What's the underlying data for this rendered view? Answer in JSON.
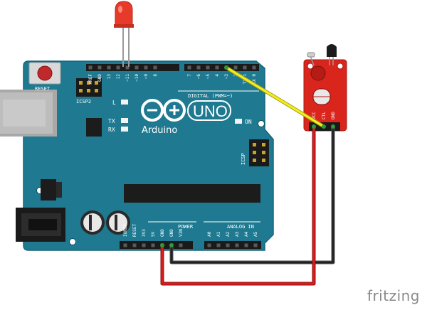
{
  "board": {
    "logo_text": "Arduino",
    "uno_text": "UNO",
    "reset_label": "RESET",
    "icsp2_label": "ICSP2",
    "icsp_label": "ICSP",
    "digital_label": "DIGITAL (PWM=~)",
    "power_label": "POWER",
    "analog_label": "ANALOG IN",
    "on_label": "ON",
    "led_l_label": "L",
    "led_tx_label": "TX",
    "led_rx_label": "RX",
    "digital_pins": [
      "AREF",
      "GND",
      "13",
      "12",
      "~11",
      "~10",
      "~9",
      "8",
      "7",
      "~6",
      "~5",
      "4",
      "~3",
      "2",
      "TX 1",
      "RX 0"
    ],
    "power_pins": [
      "IOREF",
      "RESET",
      "3V3",
      "5V",
      "GND",
      "GND",
      "VIN"
    ],
    "analog_pins": [
      "A0",
      "A1",
      "A2",
      "A3",
      "A4",
      "A5"
    ]
  },
  "sensor": {
    "pins": [
      "VCC",
      "CTL",
      "GND"
    ]
  },
  "colors": {
    "board": "#1f7a91",
    "signal_wire": "#f2ee1e",
    "power_wire": "#d81d1d",
    "ground_wire": "#222222",
    "sensor_board": "#d9251c",
    "led": "#e83a2a"
  },
  "footer": {
    "brand": "fritzing"
  }
}
